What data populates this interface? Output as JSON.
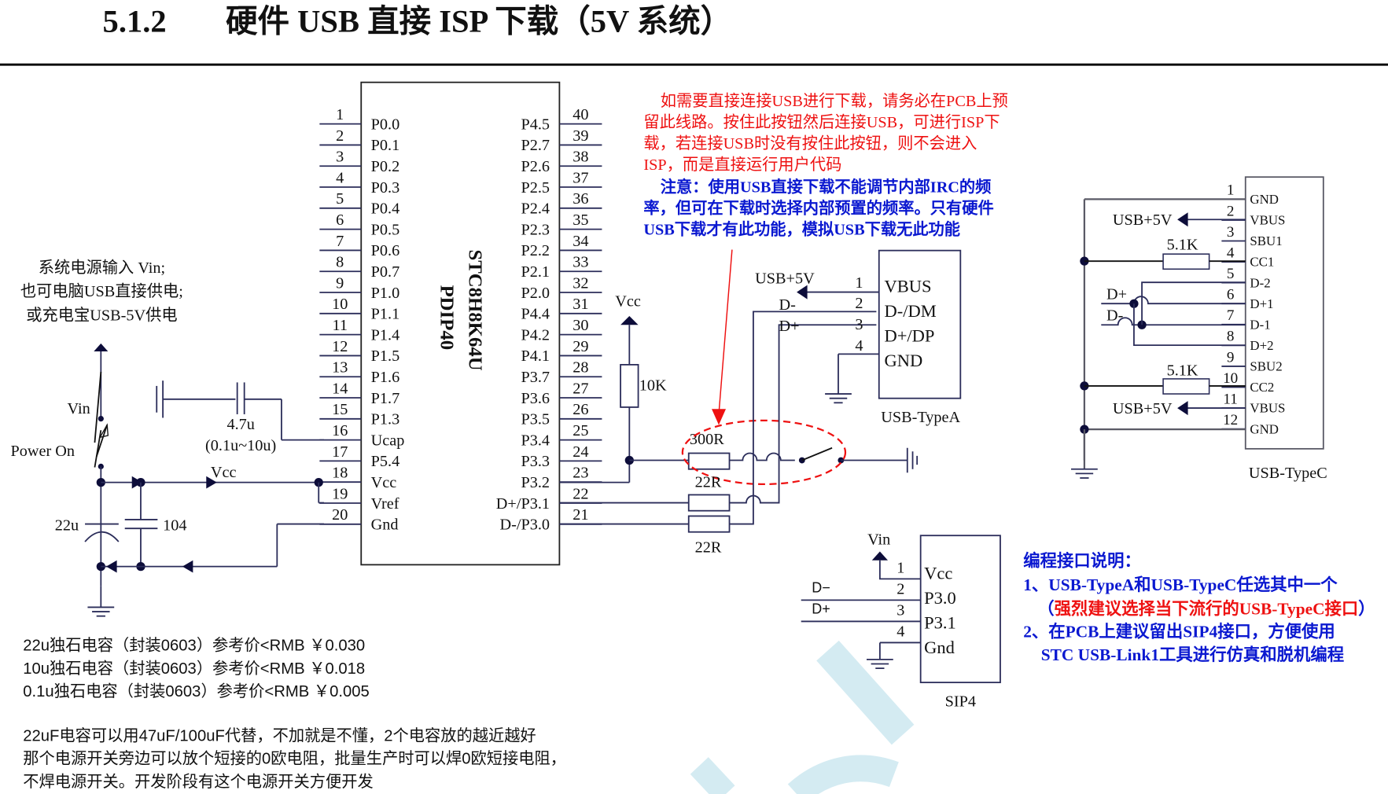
{
  "header": {
    "section_number": "5.1.2",
    "title": "硬件 USB 直接 ISP 下载（5V 系统）"
  },
  "mcu": {
    "part": "STC8H8K64U",
    "package": "PDIP40",
    "left_pins": [
      {
        "num": "1",
        "name": "P0.0"
      },
      {
        "num": "2",
        "name": "P0.1"
      },
      {
        "num": "3",
        "name": "P0.2"
      },
      {
        "num": "4",
        "name": "P0.3"
      },
      {
        "num": "5",
        "name": "P0.4"
      },
      {
        "num": "6",
        "name": "P0.5"
      },
      {
        "num": "7",
        "name": "P0.6"
      },
      {
        "num": "8",
        "name": "P0.7"
      },
      {
        "num": "9",
        "name": "P1.0"
      },
      {
        "num": "10",
        "name": "P1.1"
      },
      {
        "num": "11",
        "name": "P1.4"
      },
      {
        "num": "12",
        "name": "P1.5"
      },
      {
        "num": "13",
        "name": "P1.6"
      },
      {
        "num": "14",
        "name": "P1.7"
      },
      {
        "num": "15",
        "name": "P1.3"
      },
      {
        "num": "16",
        "name": "Ucap"
      },
      {
        "num": "17",
        "name": "P5.4"
      },
      {
        "num": "18",
        "name": "Vcc"
      },
      {
        "num": "19",
        "name": "Vref"
      },
      {
        "num": "20",
        "name": "Gnd"
      }
    ],
    "right_pins": [
      {
        "num": "40",
        "name": "P4.5"
      },
      {
        "num": "39",
        "name": "P2.7"
      },
      {
        "num": "38",
        "name": "P2.6"
      },
      {
        "num": "37",
        "name": "P2.5"
      },
      {
        "num": "36",
        "name": "P2.4"
      },
      {
        "num": "35",
        "name": "P2.3"
      },
      {
        "num": "34",
        "name": "P2.2"
      },
      {
        "num": "33",
        "name": "P2.1"
      },
      {
        "num": "32",
        "name": "P2.0"
      },
      {
        "num": "31",
        "name": "P4.4"
      },
      {
        "num": "30",
        "name": "P4.2"
      },
      {
        "num": "29",
        "name": "P4.1"
      },
      {
        "num": "28",
        "name": "P3.7"
      },
      {
        "num": "27",
        "name": "P3.6"
      },
      {
        "num": "26",
        "name": "P3.5"
      },
      {
        "num": "25",
        "name": "P3.4"
      },
      {
        "num": "24",
        "name": "P3.3"
      },
      {
        "num": "23",
        "name": "P3.2"
      },
      {
        "num": "22",
        "name": "D+/P3.1"
      },
      {
        "num": "21",
        "name": "D-/P3.0"
      }
    ]
  },
  "power": {
    "note_lines": [
      "系统电源输入 Vin;",
      "也可电脑USB直接供电;",
      "或充电宝USB-5V供电"
    ],
    "vin_label": "Vin",
    "switch_label": "Power On",
    "vcc_label": "Vcc",
    "cap_bulk": "22u",
    "cap_decoupling": "104",
    "ucap_value": "4.7u",
    "ucap_range": "(0.1u~10u)"
  },
  "isp_circuit": {
    "vcc_label": "Vcc",
    "pullup": "10K",
    "r_button": "300R",
    "r_dp": "22R",
    "r_dm": "22R"
  },
  "usb_typea": {
    "title": "USB-TypeA",
    "pins": [
      {
        "num": "1",
        "name": "VBUS",
        "net": "USB+5V"
      },
      {
        "num": "2",
        "name": "D-/DM",
        "net": "D-"
      },
      {
        "num": "3",
        "name": "D+/DP",
        "net": "D+"
      },
      {
        "num": "4",
        "name": "GND",
        "net": ""
      }
    ]
  },
  "usb_typec": {
    "title": "USB-TypeC",
    "pins": [
      {
        "num": "1",
        "name": "GND"
      },
      {
        "num": "2",
        "name": "VBUS"
      },
      {
        "num": "3",
        "name": "SBU1"
      },
      {
        "num": "4",
        "name": "CC1"
      },
      {
        "num": "5",
        "name": "D-2"
      },
      {
        "num": "6",
        "name": "D+1"
      },
      {
        "num": "7",
        "name": "D-1"
      },
      {
        "num": "8",
        "name": "D+2"
      },
      {
        "num": "9",
        "name": "SBU2"
      },
      {
        "num": "10",
        "name": "CC2"
      },
      {
        "num": "11",
        "name": "VBUS"
      },
      {
        "num": "12",
        "name": "GND"
      }
    ],
    "net_5v": "USB+5V",
    "cc_resistor": "5.1K",
    "dp": "D+",
    "dm": "D-"
  },
  "sip4": {
    "title": "SIP4",
    "vin_label": "Vin",
    "pins": [
      {
        "num": "1",
        "name": "Vcc",
        "net": ""
      },
      {
        "num": "2",
        "name": "P3.0",
        "net": "D−"
      },
      {
        "num": "3",
        "name": "P3.1",
        "net": "D+"
      },
      {
        "num": "4",
        "name": "Gnd",
        "net": ""
      }
    ]
  },
  "annotations": {
    "red_note": [
      "如需要直接连接USB进行下载，请务必在PCB上预",
      "留此线路。按住此按钮然后连接USB，可进行ISP下",
      "载，若连接USB时没有按住此按钮，则不会进入",
      "ISP，而是直接运行用户代码"
    ],
    "blue_note": [
      "注意：使用USB直接下载不能调节内部IRC的频",
      "率，但可在下载时选择内部预置的频率。只有硬件",
      "USB下载才有此功能，模拟USB下载无此功能"
    ],
    "prog_title": "编程接口说明：",
    "prog_1": "1、USB-TypeA和USB-TypeC任选其中一个",
    "prog_1_paren_open": "（",
    "prog_1_red": "强烈建议选择当下流行的USB-TypeC接口",
    "prog_1_paren_close": "）",
    "prog_2a": "2、在PCB上建议留出SIP4接口，方便使用",
    "prog_2b": "STC USB-Link1工具进行仿真和脱机编程"
  },
  "notes": {
    "prices": [
      "22u独石电容（封装0603）参考价<RMB ￥0.030",
      "10u独石电容（封装0603）参考价<RMB ￥0.018",
      "0.1u独石电容（封装0603）参考价<RMB ￥0.005"
    ],
    "tips": [
      "22uF电容可以用47uF/100uF代替，不加就是不懂，2个电容放的越近越好",
      "那个电源开关旁边可以放个短接的0欧电阻，批量生产时可以焊0欧短接电阻，",
      "不焊电源开关。开发阶段有这个电源开关方便开发"
    ]
  },
  "colors": {
    "wire": "#2b2d5a",
    "red": "#ee1111",
    "blue": "#0a18d0",
    "watermark": "#cde8f0"
  }
}
